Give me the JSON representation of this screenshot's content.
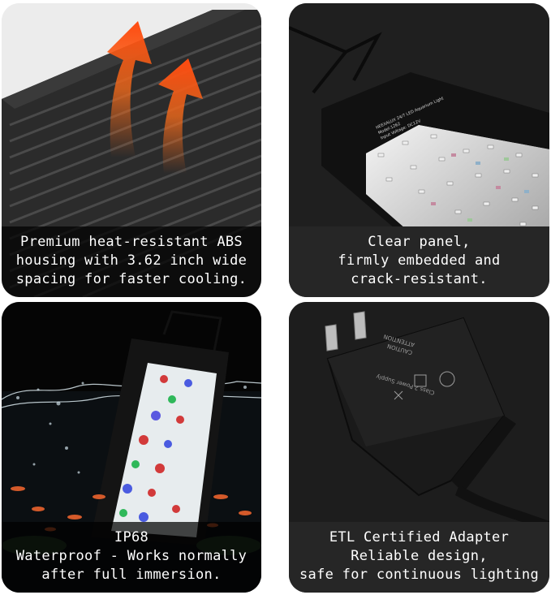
{
  "panels": [
    {
      "id": "heat-housing",
      "caption": [
        "Premium heat-resistant ABS",
        "housing with 3.62 inch wide",
        "spacing for faster cooling."
      ]
    },
    {
      "id": "clear-panel",
      "caption": [
        "Clear panel,",
        "firmly embedded and",
        "crack-resistant."
      ],
      "label_text": [
        "HEEXALUX 24/7 LED Aquarium Light",
        "Model:1262",
        "Input Voltage: DC12V"
      ]
    },
    {
      "id": "waterproof",
      "caption": [
        "IP68",
        "Waterproof - Works normally",
        "after full immersion."
      ]
    },
    {
      "id": "etl-adapter",
      "caption": [
        "ETL Certified Adapter",
        "Reliable design,",
        "safe for continuous lighting"
      ],
      "label_text": [
        "Class 2 Power Supply",
        "CAUTION",
        "ATTENTION"
      ]
    }
  ],
  "colors": {
    "arrow_orange": "#f26a1b",
    "housing_dark": "#2a2a2a",
    "background": "#ffffff"
  }
}
